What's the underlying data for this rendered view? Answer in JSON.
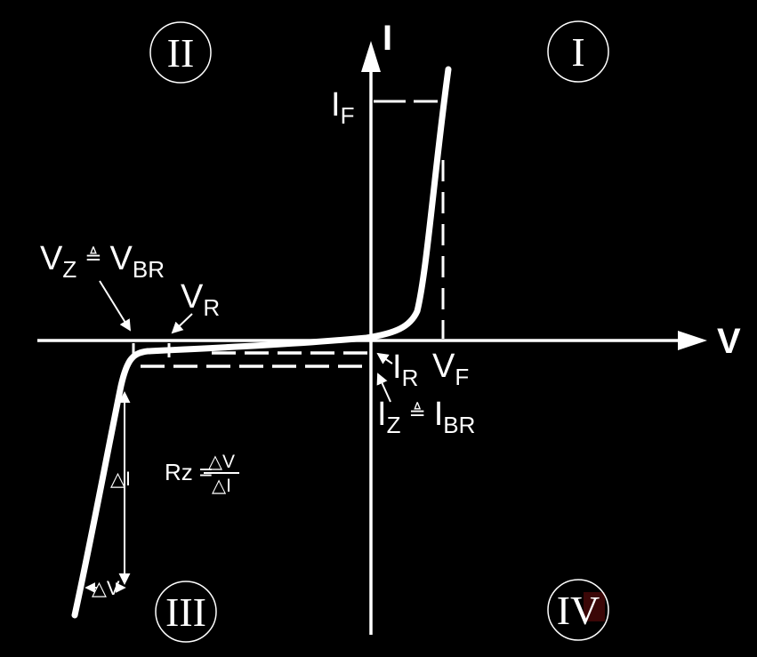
{
  "colors": {
    "background": "#000000",
    "line": "#ffffff",
    "watermark": "#3b0707"
  },
  "axes": {
    "vertical_label": "I",
    "horizontal_label": "V"
  },
  "quadrants": {
    "q1": "I",
    "q2": "II",
    "q3": "III",
    "q4": "IV"
  },
  "labels": {
    "forward_current": {
      "main": "I",
      "sub": "F"
    },
    "zener_voltage": {
      "main": "V",
      "sub": "Z",
      "op": "≜",
      "main2": "V",
      "sub2": "BR"
    },
    "reverse_voltage": {
      "main": "V",
      "sub": "R"
    },
    "reverse_current": {
      "main": "I",
      "sub": "R"
    },
    "forward_voltage": {
      "main": "V",
      "sub": "F"
    },
    "zener_current": {
      "main": "I",
      "sub": "Z",
      "op": "≜",
      "main2": "I",
      "sub2": "BR"
    },
    "delta_current": "△I",
    "delta_voltage": "△V"
  },
  "formula": {
    "lhs": "Rz",
    "equals": "=",
    "numerator": "△V",
    "denominator": "△I"
  }
}
